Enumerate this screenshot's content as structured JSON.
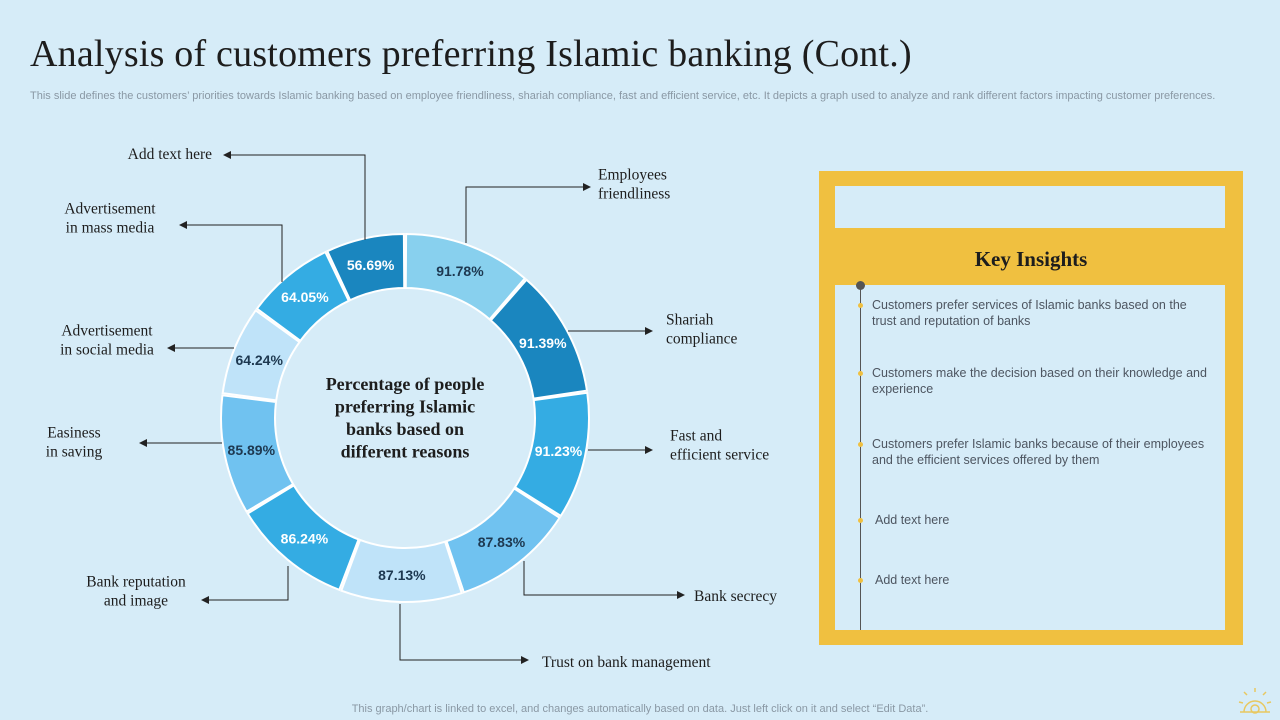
{
  "title": "Analysis of customers preferring Islamic banking (Cont.)",
  "subtitle": "This slide defines the customers’ priorities towards Islamic banking based on employee friendliness, shariah compliance, fast and efficient service, etc. It depicts a graph used to analyze and rank different factors impacting customer preferences.",
  "footer": "This graph/chart is linked to excel,  and changes automatically based on data. Just left click on it and select “Edit Data”.",
  "colors": {
    "dark_blue": "#1a86bf",
    "medium_blue": "#34ace3",
    "light_blue": "#70c2f0",
    "sky_blue": "#88d0ee",
    "pale_blue": "#bfe3f9",
    "panel_gold": "#f0c040",
    "background": "#d6ecf8"
  },
  "chart_data": {
    "type": "pie",
    "variant": "donut",
    "center_text": [
      "Percentage of people",
      "preferring Islamic",
      "banks based on",
      "different reasons"
    ],
    "series": [
      {
        "category": [
          "Employees",
          "friendliness"
        ],
        "value": 91.78,
        "label": "91.78%",
        "color": "#88d0ee",
        "label_color": "#1d3850"
      },
      {
        "category": [
          "Shariah",
          "compliance"
        ],
        "value": 91.39,
        "label": "91.39%",
        "color": "#1a86bf",
        "label_color": "#ffffff"
      },
      {
        "category": [
          "Fast and",
          "efficient service"
        ],
        "value": 91.23,
        "label": "91.23%",
        "color": "#34ace3",
        "label_color": "#ffffff"
      },
      {
        "category": [
          "Bank secrecy"
        ],
        "value": 87.83,
        "label": "87.83%",
        "color": "#70c2f0",
        "label_color": "#1d3850"
      },
      {
        "category": [
          "Trust on bank management"
        ],
        "value": 87.13,
        "label": "87.13%",
        "color": "#bfe3f9",
        "label_color": "#1d3850"
      },
      {
        "category": [
          "Bank reputation",
          "and image"
        ],
        "value": 86.24,
        "label": "86.24%",
        "color": "#34ace3",
        "label_color": "#ffffff"
      },
      {
        "category": [
          "Easiness",
          "in saving"
        ],
        "value": 85.89,
        "label": "85.89%",
        "color": "#70c2f0",
        "label_color": "#1d3850"
      },
      {
        "category": [
          "Advertisement",
          "in social media"
        ],
        "value": 64.24,
        "label": "64.24%",
        "color": "#bfe3f9",
        "label_color": "#1d3850"
      },
      {
        "category": [
          "Advertisement",
          "in mass media"
        ],
        "value": 64.05,
        "label": "64.05%",
        "color": "#34ace3",
        "label_color": "#ffffff"
      },
      {
        "category": [
          "Add text here"
        ],
        "value": 56.69,
        "label": "56.69%",
        "color": "#1a86bf",
        "label_color": "#ffffff"
      }
    ]
  },
  "insights": {
    "heading": "Key Insights",
    "items": [
      "Customers prefer services of Islamic banks based on the trust and reputation  of banks",
      "Customers make the decision based on their knowledge and experience",
      "Customers prefer Islamic banks because of their employees and the efficient  services offered  by them",
      "Add text here",
      "Add text here"
    ]
  }
}
